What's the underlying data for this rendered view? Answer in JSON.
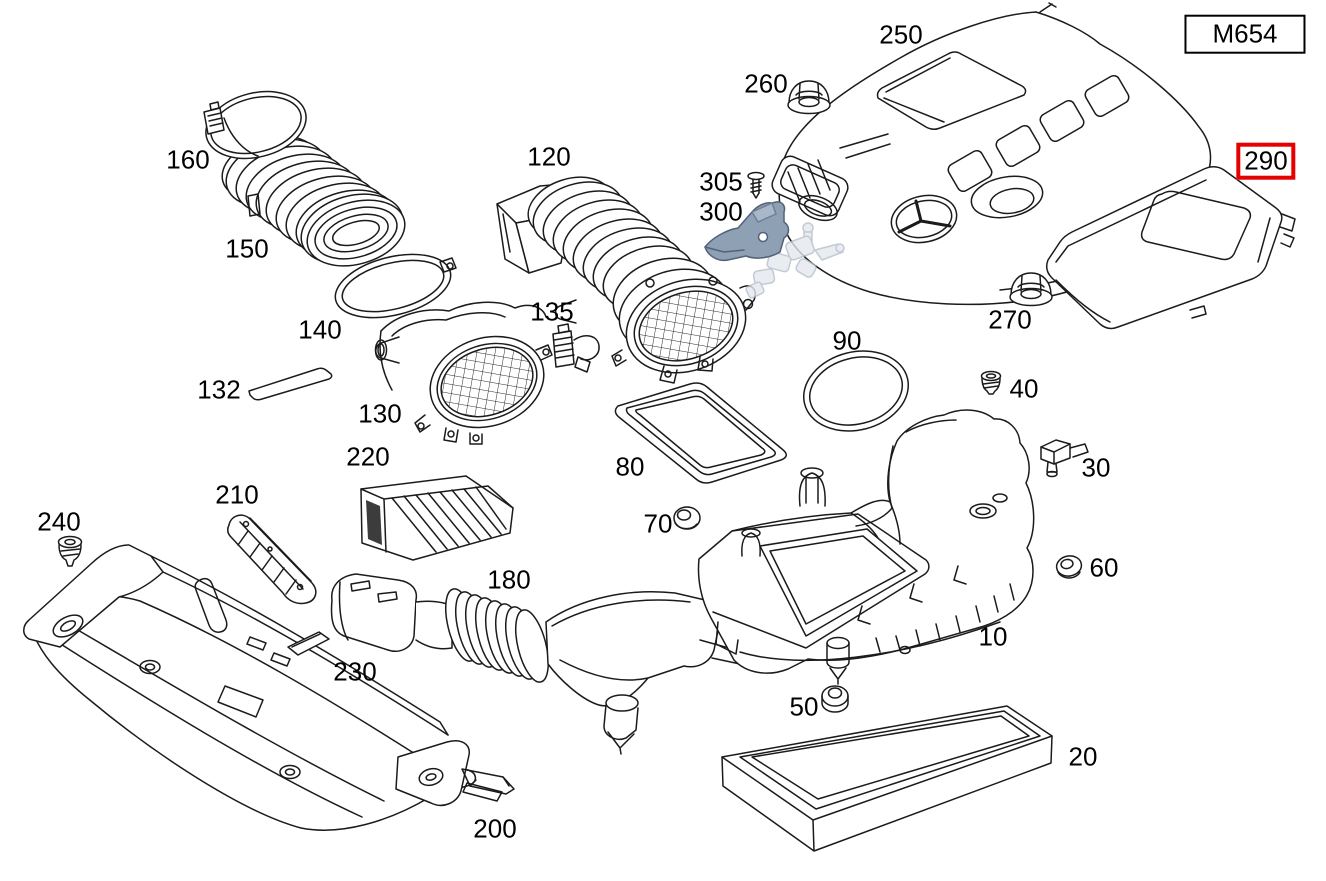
{
  "diagram": {
    "model_code": "M654",
    "highlighted_part": "290",
    "highlight_color": "#e60000",
    "line_color": "#1b1b1b",
    "background_color": "#ffffff",
    "bracket_fill_color": "#8ea0b4"
  },
  "part_numbers": [
    "10",
    "20",
    "30",
    "40",
    "50",
    "60",
    "70",
    "80",
    "90",
    "120",
    "130",
    "132",
    "135",
    "140",
    "150",
    "160",
    "180",
    "200",
    "210",
    "220",
    "230",
    "240",
    "250",
    "260",
    "270",
    "290",
    "300",
    "305"
  ],
  "callouts": {
    "10": "10",
    "20": "20",
    "30": "30",
    "40": "40",
    "50": "50",
    "60": "60",
    "70": "70",
    "80": "80",
    "90": "90",
    "120": "120",
    "130": "130",
    "132": "132",
    "135": "135",
    "140": "140",
    "150": "150",
    "160": "160",
    "180": "180",
    "200": "200",
    "210": "210",
    "220": "220",
    "230": "230",
    "240": "240",
    "250": "250",
    "260": "260",
    "270": "270",
    "290": "290",
    "300": "300",
    "305": "305"
  }
}
